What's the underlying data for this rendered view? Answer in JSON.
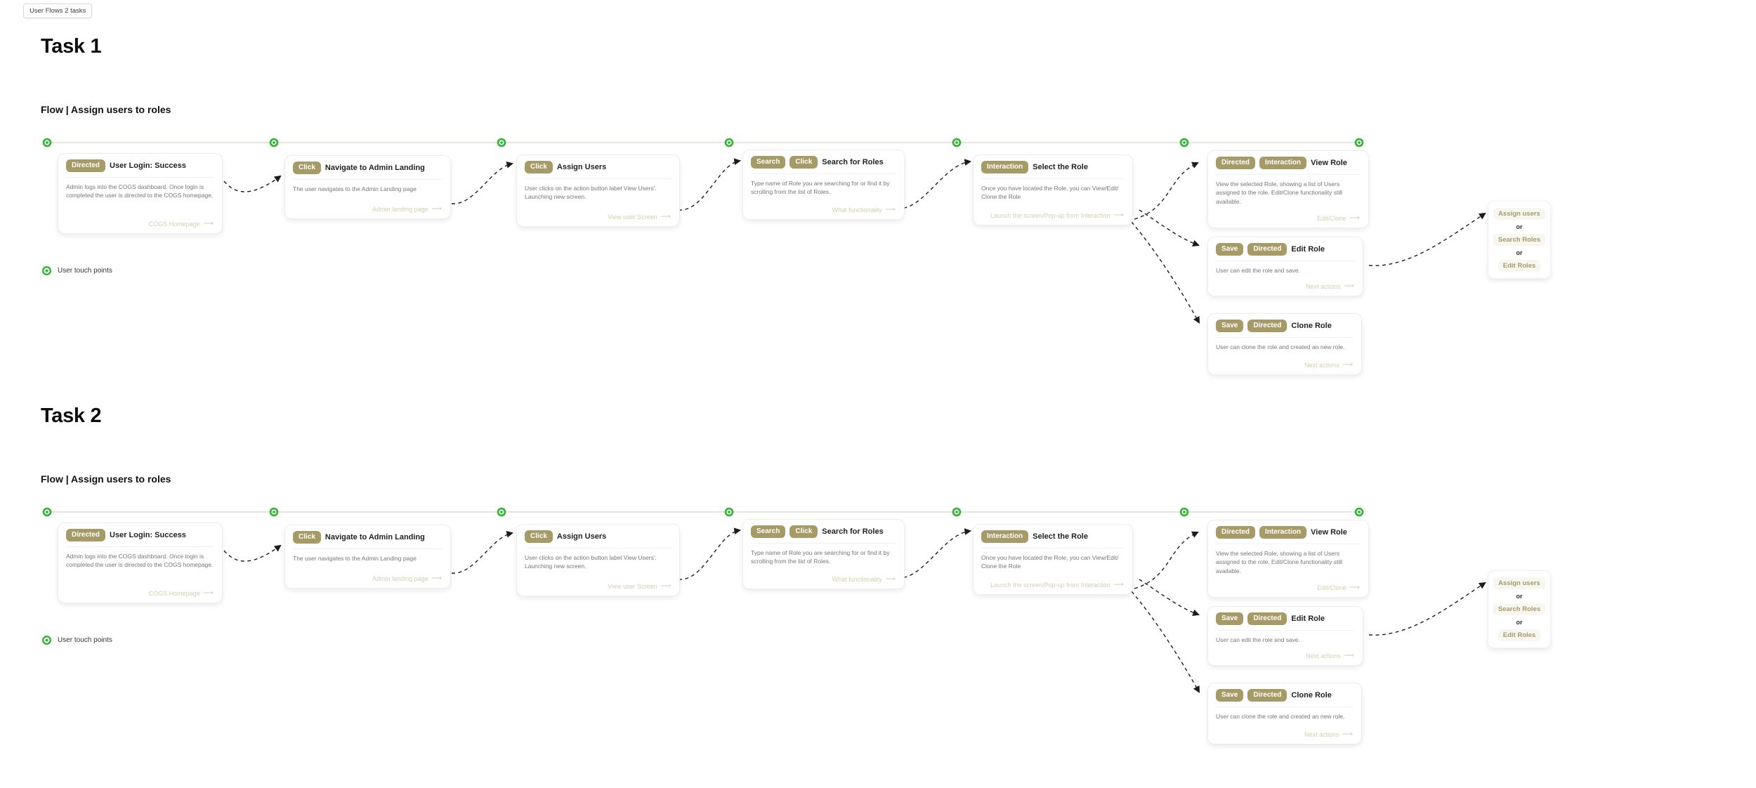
{
  "plugin_badge": "User Flows 2 tasks",
  "tasks": [
    {
      "title": "Task 1"
    },
    {
      "title": "Task 2"
    }
  ],
  "flow": {
    "title": "Flow | Assign users to roles",
    "legend": "User touch points",
    "cards": [
      {
        "badges": [
          "Directed"
        ],
        "title": "User Login: Success",
        "body": "Admin logs into the COGS dashboard. Once login is completed the user is directed to the COGS homepage.",
        "link": "COGS Homepage"
      },
      {
        "badges": [
          "Click"
        ],
        "title": "Navigate to Admin Landing",
        "body": "The user navigates to the Admin Landing page",
        "link": "Admin landing page"
      },
      {
        "badges": [
          "Click"
        ],
        "title": "Assign Users",
        "body": "User clicks on the action button label View Users'. Launching new screen.",
        "link": "View user Screen"
      },
      {
        "badges": [
          "Search",
          "Click"
        ],
        "title": "Search for Roles",
        "body": "Type name of Role you are searching for or find it by scrolling from the list of Roles.",
        "link": "What functionality"
      },
      {
        "badges": [
          "Interaction"
        ],
        "title": "Select the Role",
        "body": "Once you have located the Role, you can View/Edit/ Clone the Role",
        "link": "Launch the screen/Pop-up from Interaction"
      },
      {
        "badges": [
          "Directed",
          "Interaction"
        ],
        "title": "View Role",
        "body": "View the selected Role, showing a list of Users assigned to the role. Edit/Clone functionality still available.",
        "link": "Edit/Clone"
      },
      {
        "badges": [
          "Save",
          "Directed"
        ],
        "title": "Edit Role",
        "body": "User can edit the  role and save.",
        "link": "Next actions"
      },
      {
        "badges": [
          "Save",
          "Directed"
        ],
        "title": "Clone Role",
        "body": "User can clone the role and created an new role.",
        "link": "Next actions"
      }
    ],
    "or_box": [
      "Assign users",
      "or",
      "Search Roles",
      "or",
      "Edit Roles"
    ]
  },
  "glyphs": {
    "arrow": "⟶"
  },
  "colors": {
    "accent": "#A69A67",
    "touchpoint_green": "#34B234",
    "muted_link": "#D6CDAF",
    "timeline": "#E4E6DF"
  }
}
